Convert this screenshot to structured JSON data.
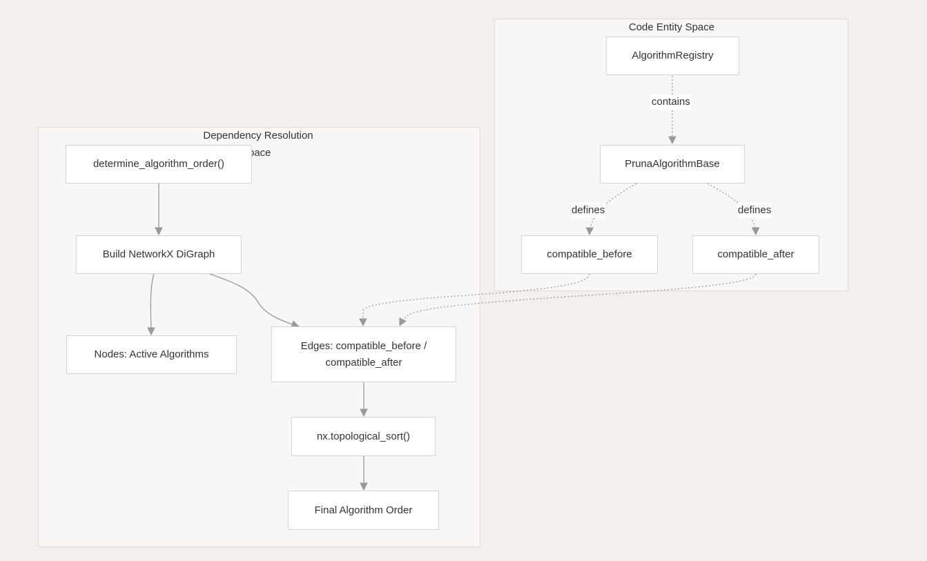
{
  "clusters": {
    "dependency": {
      "title_line1": "Dependency Resolution",
      "title_line2": "pace"
    },
    "code_entity": {
      "title": "Code Entity Space"
    }
  },
  "nodes": {
    "determine": "determine_algorithm_order()",
    "build_graph": "Build NetworkX DiGraph",
    "nodes_active": "Nodes: Active Algorithms",
    "edges_line1": "Edges: compatible_before /",
    "edges_line2": "compatible_after",
    "topo_sort": "nx.topological_sort()",
    "final_order": "Final Algorithm Order",
    "registry": "AlgorithmRegistry",
    "base": "PrunaAlgorithmBase",
    "compat_before": "compatible_before",
    "compat_after": "compatible_after"
  },
  "edge_labels": {
    "contains": "contains",
    "defines_left": "defines",
    "defines_right": "defines"
  },
  "colors": {
    "edge": "#999999",
    "node_fill": "#ffffff",
    "cluster_fill": "#f7f7f7",
    "background": "#f1f0ef"
  }
}
